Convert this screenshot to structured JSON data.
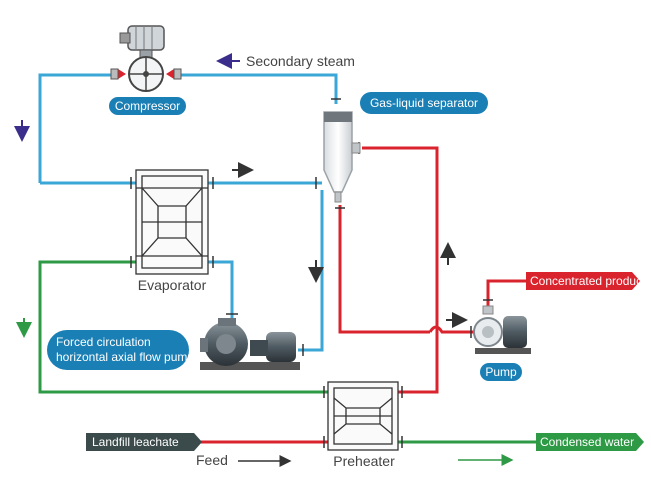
{
  "diagram": {
    "labels": {
      "secondary_steam": "Secondary steam",
      "compressor": "Compressor",
      "separator": "Gas-liquid separator",
      "evaporator": "Evaporator",
      "pump_line1": "Forced circulation",
      "pump_line2": "horizontal axial flow pump",
      "pump": "Pump",
      "concentrated": "Concentrated product",
      "landfill": "Landfill leachate",
      "feed": "Feed",
      "preheater": "Preheater",
      "condensed": "Condensed water"
    },
    "colors": {
      "steam_line": "#3aa7d6",
      "product_line": "#d9232d",
      "water_line": "#2e9a45",
      "pill_blue": "#1a7fb5",
      "leachate_tag": "#3b4a4a",
      "arrow_purple": "#3a2d8c"
    }
  }
}
